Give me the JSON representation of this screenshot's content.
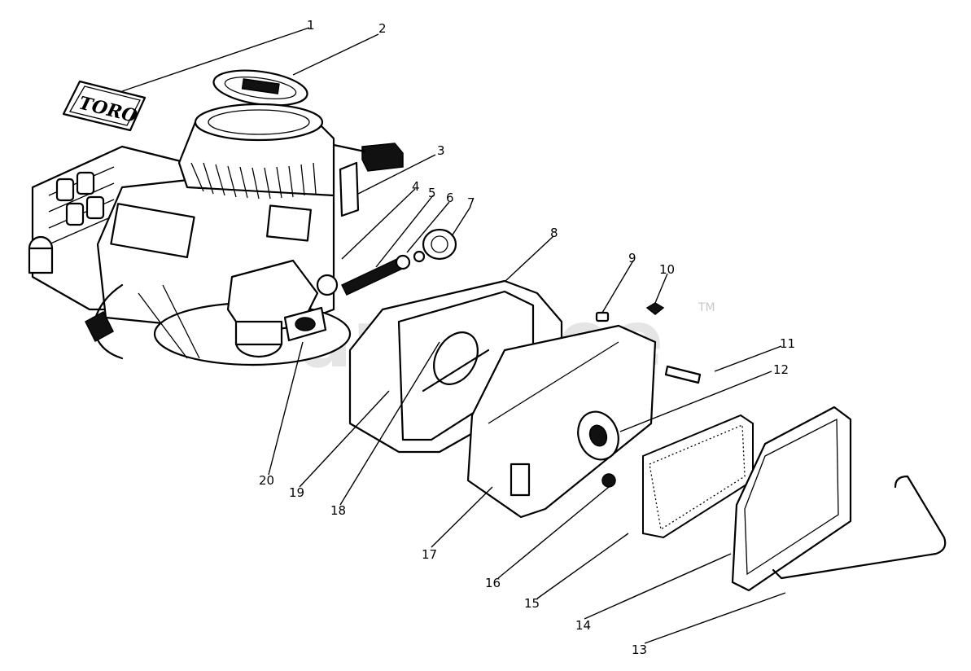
{
  "logo_text": "TORO",
  "watermark": {
    "text": "PartsTree",
    "tm": "TM"
  },
  "callouts": [
    {
      "label": "1"
    },
    {
      "label": "2"
    },
    {
      "label": "3"
    },
    {
      "label": "4"
    },
    {
      "label": "5"
    },
    {
      "label": "6"
    },
    {
      "label": "7"
    },
    {
      "label": "8"
    },
    {
      "label": "9"
    },
    {
      "label": "10"
    },
    {
      "label": "11"
    },
    {
      "label": "12"
    },
    {
      "label": "13"
    },
    {
      "label": "14"
    },
    {
      "label": "15"
    },
    {
      "label": "16"
    },
    {
      "label": "17"
    },
    {
      "label": "18"
    },
    {
      "label": "19"
    },
    {
      "label": "20"
    }
  ]
}
